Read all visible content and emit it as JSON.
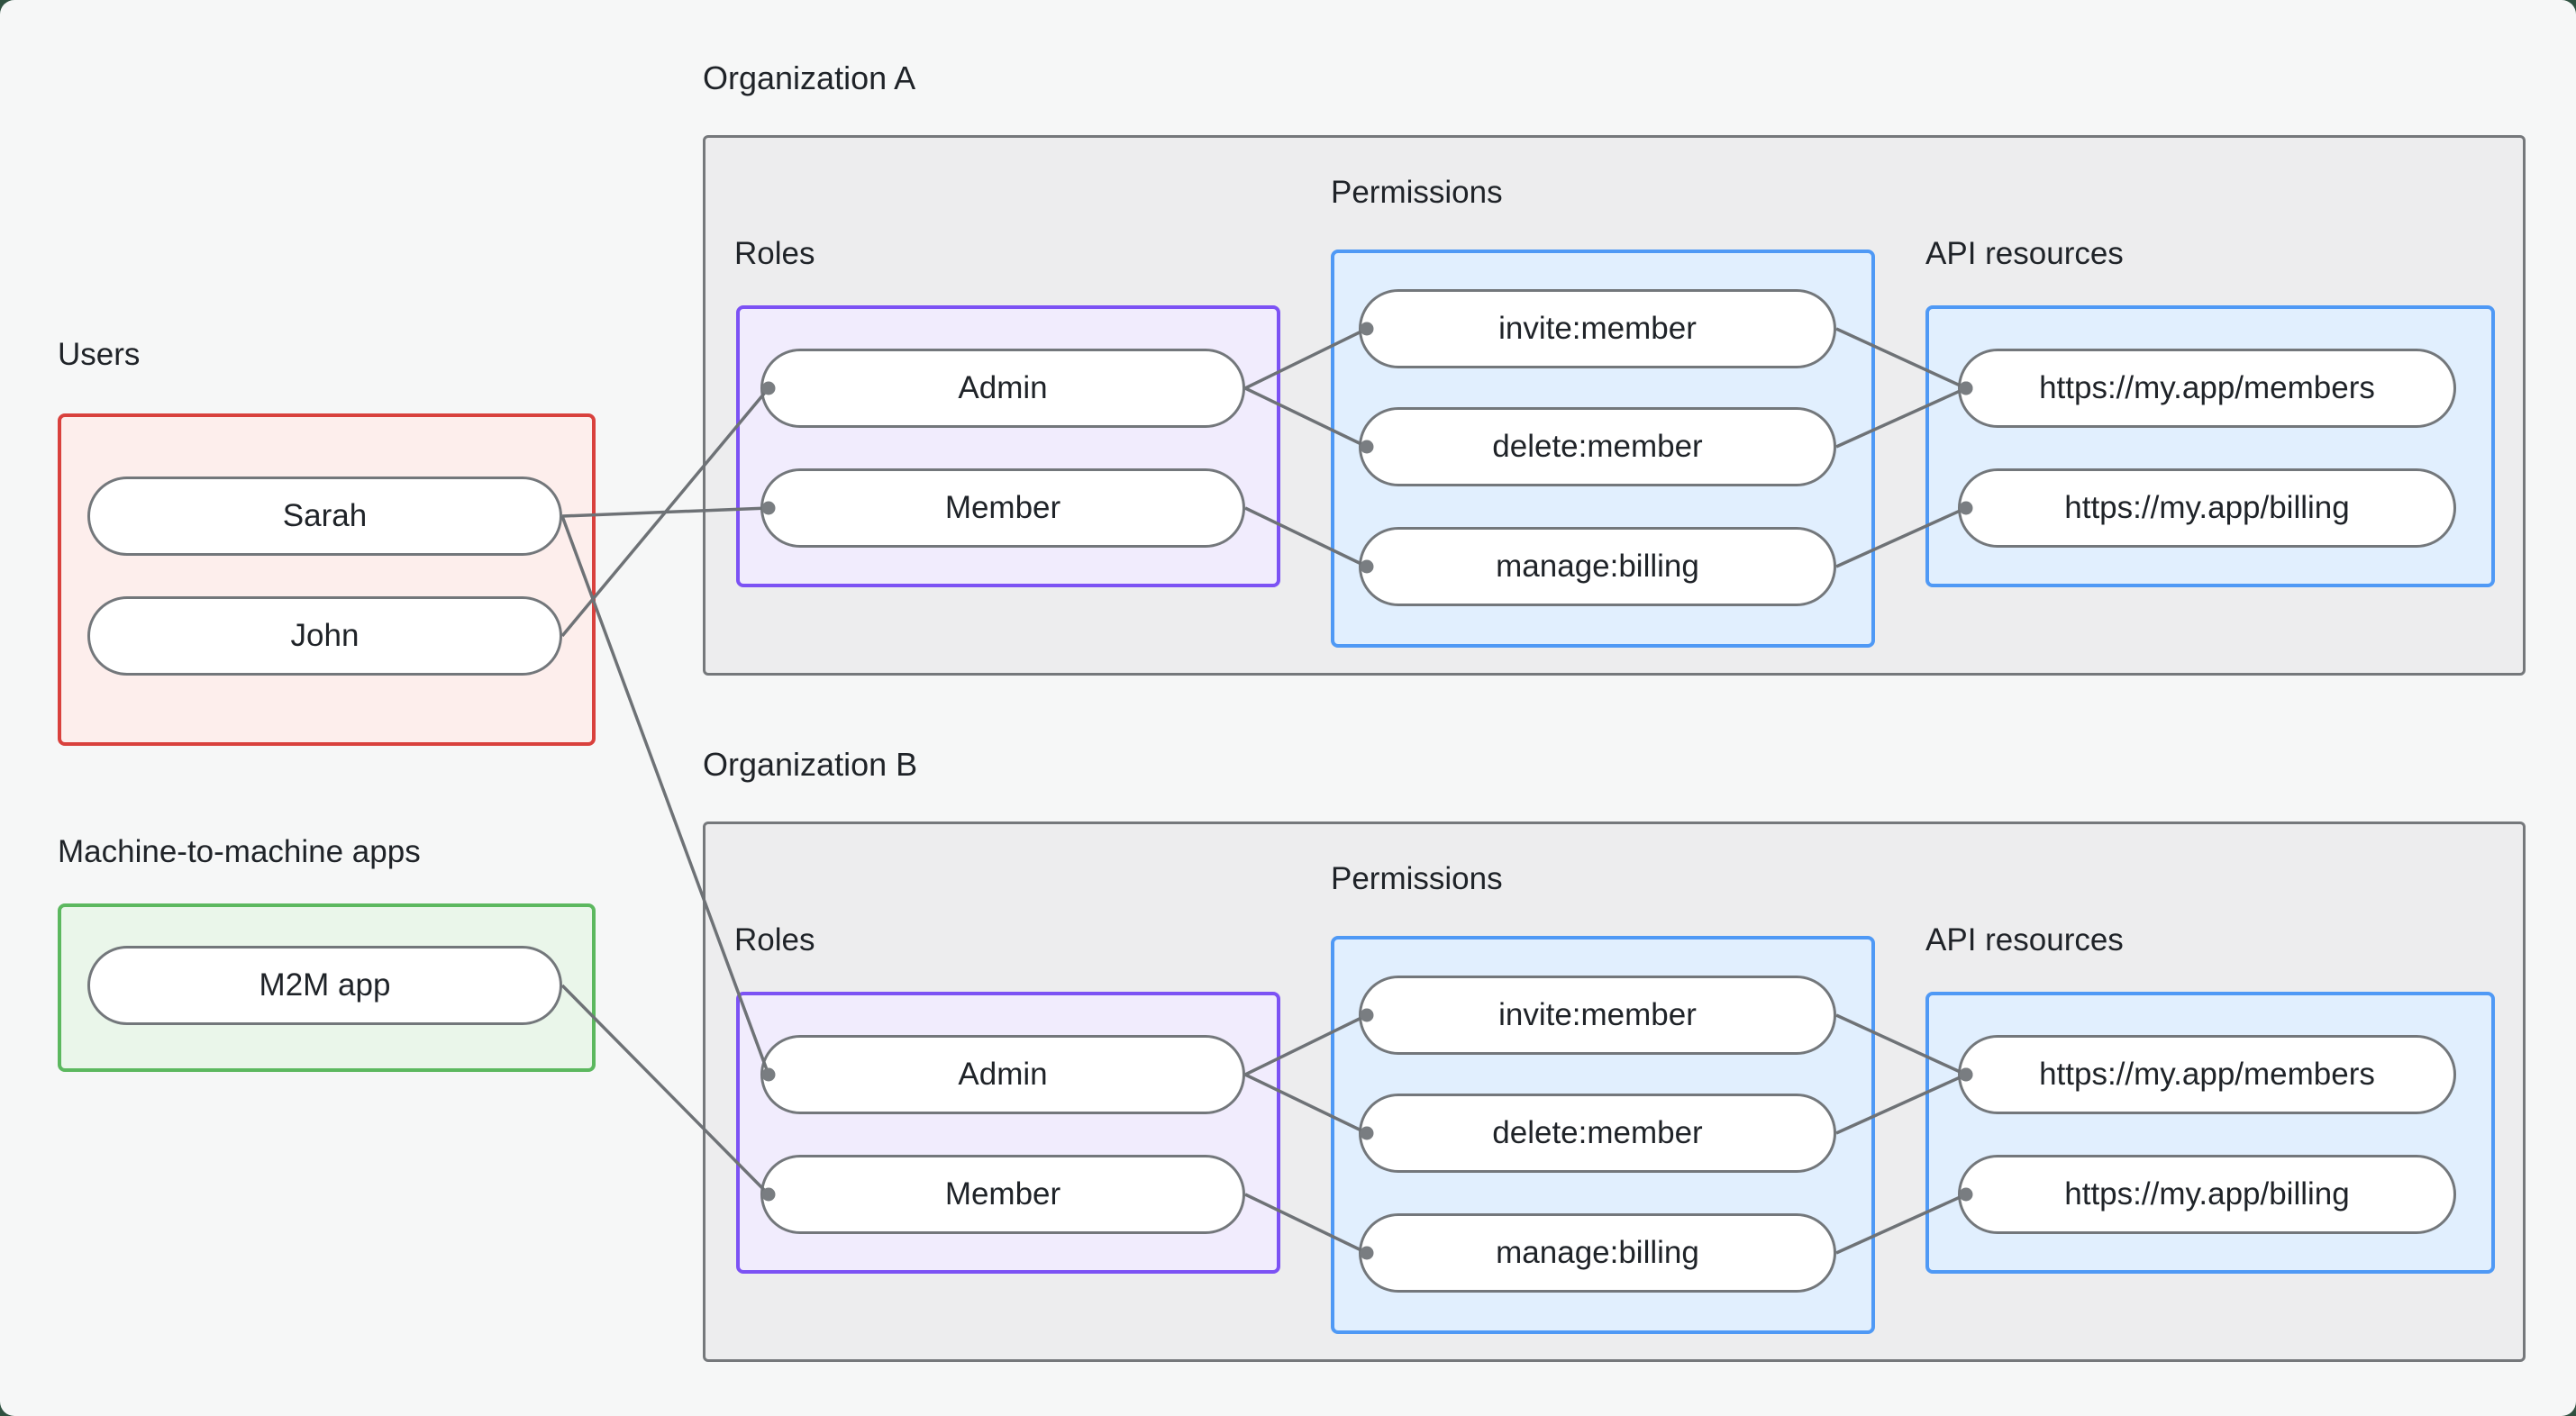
{
  "page": {
    "background_color": "#f6f7f7",
    "frame_color": "#2f5140"
  },
  "palette": {
    "text": "#1f2328",
    "connector_line": "#6e7276",
    "connector_dot": "#797d81",
    "pill_fill": "#ffffff",
    "pill_border": "#73777b",
    "org_fill": "#ededee",
    "org_border": "#75787b",
    "users_zone_border": "#d9413d",
    "users_zone_fill": "#fdeeec",
    "m2m_zone_border": "#5cb85f",
    "m2m_zone_fill": "#eaf6ea",
    "roles_zone_border": "#7c52f4",
    "roles_zone_fill": "#f1ecfd",
    "permissions_zone_border": "#4f99f5",
    "permissions_zone_fill": "#e1effe"
  },
  "users_group": {
    "label": "Users",
    "items": [
      {
        "id": "sarah",
        "label": "Sarah"
      },
      {
        "id": "john",
        "label": "John"
      }
    ]
  },
  "m2m_group": {
    "label": "Machine-to-machine apps",
    "items": [
      {
        "id": "m2m-app",
        "label": "M2M app"
      }
    ]
  },
  "organizations": [
    {
      "title": "Organization A",
      "roles": {
        "label": "Roles",
        "items": [
          {
            "id": "org0-role-admin",
            "label": "Admin"
          },
          {
            "id": "org0-role-member",
            "label": "Member"
          }
        ]
      },
      "permissions": {
        "label": "Permissions",
        "items": [
          {
            "id": "org0-perm-invite",
            "label": "invite:member"
          },
          {
            "id": "org0-perm-delete",
            "label": "delete:member"
          },
          {
            "id": "org0-perm-billing",
            "label": "manage:billing"
          }
        ]
      },
      "api_resources": {
        "label": "API resources",
        "items": [
          {
            "id": "org0-api-members",
            "label": "https://my.app/members"
          },
          {
            "id": "org0-api-billing",
            "label": "https://my.app/billing"
          }
        ]
      }
    },
    {
      "title": "Organization B",
      "roles": {
        "label": "Roles",
        "items": [
          {
            "id": "org1-role-admin",
            "label": "Admin"
          },
          {
            "id": "org1-role-member",
            "label": "Member"
          }
        ]
      },
      "permissions": {
        "label": "Permissions",
        "items": [
          {
            "id": "org1-perm-invite",
            "label": "invite:member"
          },
          {
            "id": "org1-perm-delete",
            "label": "delete:member"
          },
          {
            "id": "org1-perm-billing",
            "label": "manage:billing"
          }
        ]
      },
      "api_resources": {
        "label": "API resources",
        "items": [
          {
            "id": "org1-api-members",
            "label": "https://my.app/members"
          },
          {
            "id": "org1-api-billing",
            "label": "https://my.app/billing"
          }
        ]
      }
    }
  ],
  "connections": [
    {
      "from": "sarah",
      "to": "org0-role-member"
    },
    {
      "from": "john",
      "to": "org0-role-admin"
    },
    {
      "from": "sarah",
      "to": "org1-role-admin"
    },
    {
      "from": "m2m-app",
      "to": "org1-role-member"
    },
    {
      "from": "org0-role-admin",
      "to": "org0-perm-invite"
    },
    {
      "from": "org0-role-admin",
      "to": "org0-perm-delete"
    },
    {
      "from": "org0-role-member",
      "to": "org0-perm-billing"
    },
    {
      "from": "org0-perm-invite",
      "to": "org0-api-members"
    },
    {
      "from": "org0-perm-delete",
      "to": "org0-api-members"
    },
    {
      "from": "org0-perm-billing",
      "to": "org0-api-billing"
    },
    {
      "from": "org1-role-admin",
      "to": "org1-perm-invite"
    },
    {
      "from": "org1-role-admin",
      "to": "org1-perm-delete"
    },
    {
      "from": "org1-role-member",
      "to": "org1-perm-billing"
    },
    {
      "from": "org1-perm-invite",
      "to": "org1-api-members"
    },
    {
      "from": "org1-perm-delete",
      "to": "org1-api-members"
    },
    {
      "from": "org1-perm-billing",
      "to": "org1-api-billing"
    }
  ]
}
